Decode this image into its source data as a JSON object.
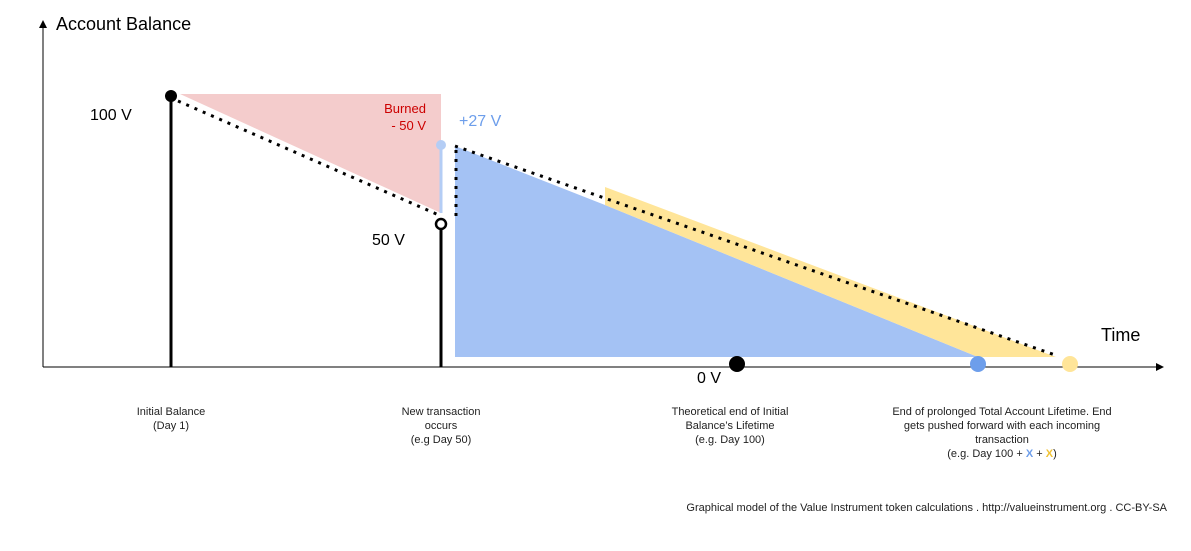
{
  "axes": {
    "y_label": "Account Balance",
    "x_label": "Time"
  },
  "values": {
    "initial": "100 V",
    "half": "50 V",
    "zero": "0 V",
    "added": "+27 V"
  },
  "burned": {
    "line1": "Burned",
    "line2": "- 50 V"
  },
  "captions": {
    "initial": {
      "line1": "Initial Balance",
      "line2": "(Day 1)"
    },
    "transaction": {
      "line1": "New transaction",
      "line2": "occurs",
      "line3": "(e.g Day 50)"
    },
    "theoretical_end": {
      "line1": "Theoretical end of Initial",
      "line2": "Balance’s Lifetime",
      "line3": "(e.g. Day 100)"
    },
    "prolonged_end": {
      "line1": "End of prolonged Total Account Lifetime. End",
      "line2": "gets pushed forward with each incoming",
      "line3": "transaction",
      "line4_prefix": "(e.g. Day 100 + ",
      "x_blue": "X",
      "plus": " + ",
      "x_yellow": "X",
      "line4_suffix": ")"
    }
  },
  "footer": "Graphical model of the Value Instrument token calculations . http://valueinstrument.org . CC-BY-SA",
  "colors": {
    "burned_fill": "#f4cccc",
    "burned_text": "#cc0000",
    "blue_fill": "#a4c2f4",
    "blue_text": "#6d9eeb",
    "blue_light": "#b4cdf5",
    "yellow_fill": "#ffe599",
    "axis": "#000000"
  }
}
